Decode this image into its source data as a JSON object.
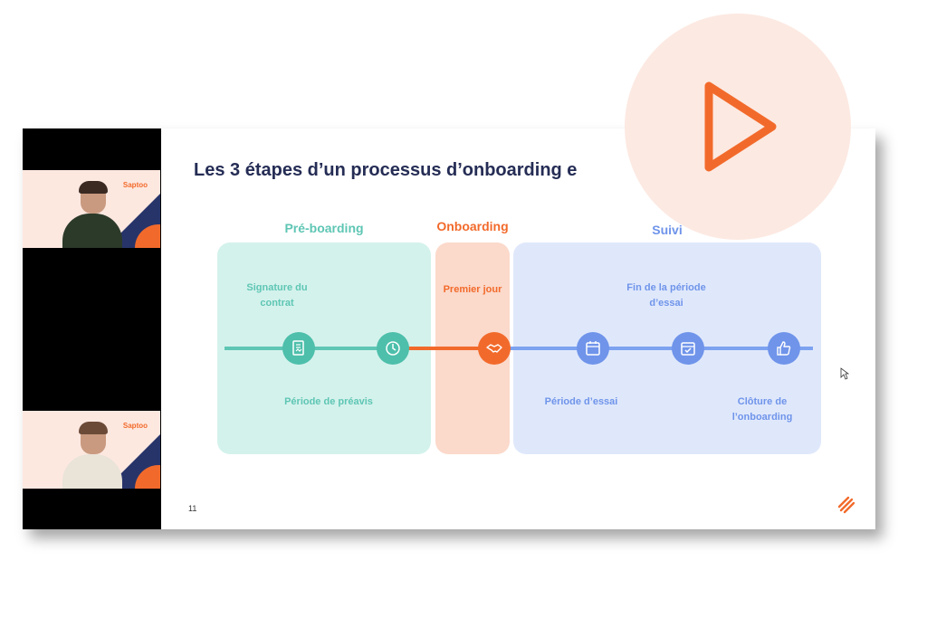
{
  "slide": {
    "title": "Les 3 étapes d’un processus d’onboarding e",
    "page_number": "11",
    "phases": {
      "preboarding": "Pré-boarding",
      "onboarding": "Onboarding",
      "suivi": "Suivi"
    },
    "steps": {
      "signature": "Signature du contrat",
      "preavis": "Période de préavis",
      "premier_jour": "Premier jour",
      "fin_periode": "Fin de la période d’essai",
      "periode_essai": "Période d’essai",
      "cloture": "Clôture de l’onboarding"
    }
  },
  "participants": {
    "brand_label": "Saptoo"
  },
  "colors": {
    "teal": "#5ec6b4",
    "orange": "#f26a2b",
    "blue": "#6f94ea",
    "navy": "#252d55"
  },
  "icons": {
    "play": "play-icon",
    "contract": "document-icon",
    "clock": "clock-icon",
    "handshake": "handshake-icon",
    "calendar": "calendar-icon",
    "calendar_check": "calendar-check-icon",
    "thumbs_up": "thumbs-up-icon"
  }
}
